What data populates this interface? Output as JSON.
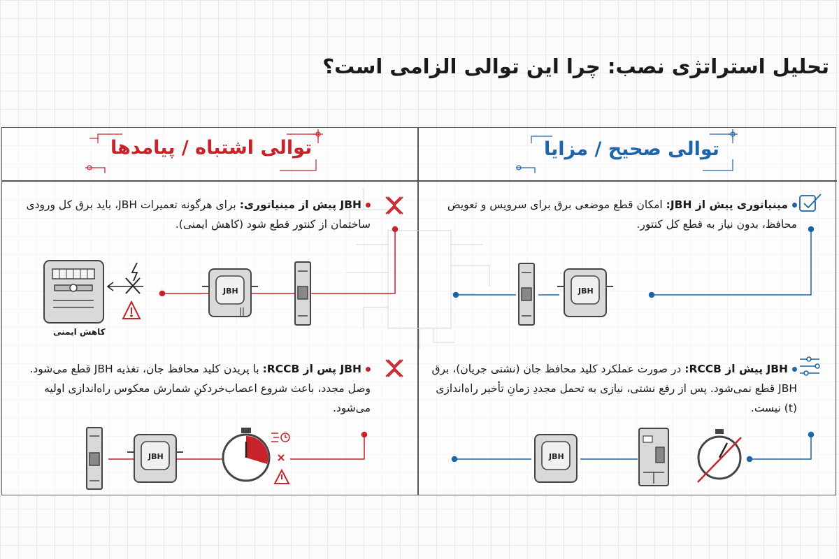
{
  "title": "تحلیل استراتژی نصب: چرا این توالی الزامی است؟",
  "left_section": {
    "heading": "توالی اشتباه / پیامدها",
    "item1": {
      "bold": "JBH پیش از مینیاتوری:",
      "text": " برای هرگونه تعمیرات JBH، باید برق کل ورودی ساختمان از کنتور قطع شود (کاهش ایمنی)."
    },
    "meter_caption": "کاهش ایمنی",
    "item2": {
      "bold": "JBH پس از RCCB:",
      "text": " با پریدن کلید محافظ جان، تغذیه JBH قطع می‌شود. وصل مجدد، باعث شروع اعصاب‌خردکنِ شمارش معکوس راه‌اندازی اولیه می‌شود."
    }
  },
  "right_section": {
    "heading": "توالی صحیح / مزایا",
    "item1": {
      "bold": "مینیاتوری پیش از JBH:",
      "text": " امکان قطع موضعی برق برای سرویس و تعویض محافظ، بدون نیاز به قطع کل کنتور."
    },
    "item2": {
      "bold": "JBH پیش از RCCB:",
      "text": " در صورت عملکرد کلید محافظ جان (نشتی جریان)، برق JBH قطع نمی‌شود. پس از رفع نشتی، نیازی به تحمل مجددِ زمانِ تأخیر راه‌اندازی (t) نیست."
    }
  },
  "device_label": "JBH",
  "colors": {
    "wrong": "#c8222a",
    "right": "#1e64a8",
    "device": "#d9d9d9",
    "outline": "#444444"
  },
  "icons": [
    "close-x-icon",
    "checklist-icon",
    "lightning-icon",
    "warning-triangle-icon",
    "stopwatch-icon",
    "timer-icon",
    "circuit-icon"
  ]
}
